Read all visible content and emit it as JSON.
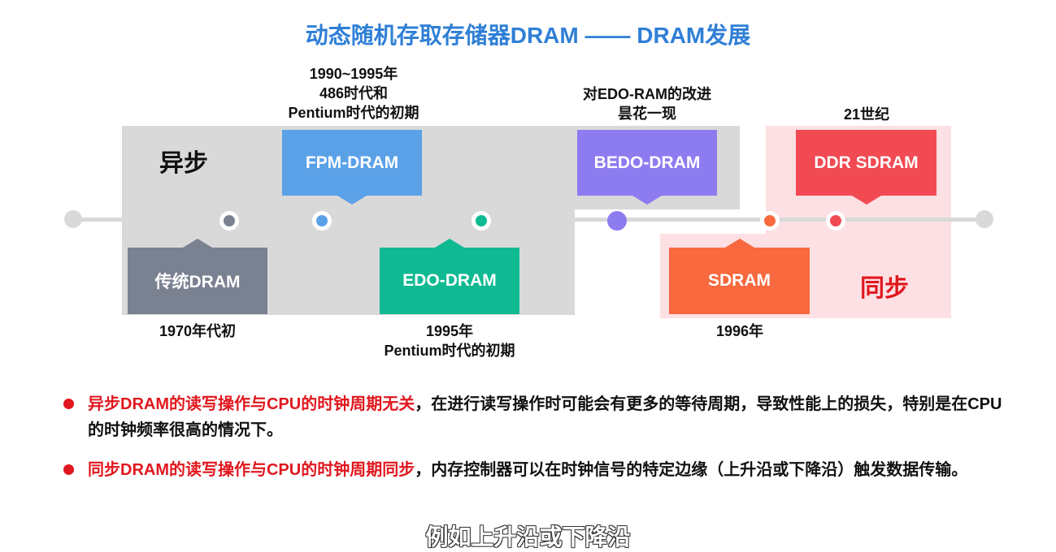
{
  "title": "动态随机存取存储器DRAM —— DRAM发展",
  "regions": {
    "async_label": "异步",
    "sync_label": "同步"
  },
  "timeline": [
    {
      "name": "传统DRAM",
      "caption": "1970年代初",
      "color": "#7a8191"
    },
    {
      "name": "FPM-DRAM",
      "caption": "1990~1995年\n486时代和\nPentium时代的初期",
      "color": "#5ba1e8"
    },
    {
      "name": "EDO-DRAM",
      "caption": "1995年\nPentium时代的初期",
      "color": "#0fba93"
    },
    {
      "name": "BEDO-DRAM",
      "caption": "对EDO-RAM的改进\n昙花一现",
      "color": "#8d7cf0"
    },
    {
      "name": "SDRAM",
      "caption": "1996年",
      "color": "#f8693f"
    },
    {
      "name": "DDR SDRAM",
      "caption": "21世纪",
      "color": "#f24a52"
    }
  ],
  "bullets": [
    {
      "highlight": "异步DRAM的读写操作与CPU的时钟周期无关",
      "rest": "，在进行读写操作时可能会有更多的等待周期，导致性能上的损失，特别是在CPU的时钟频率很高的情况下。"
    },
    {
      "highlight": "同步DRAM的读写操作与CPU的时钟周期同步",
      "rest": "，内存控制器可以在时钟信号的特定边缘（上升沿或下降沿）触发数据传输。"
    }
  ],
  "subtitle": "例如上升沿或下降沿"
}
